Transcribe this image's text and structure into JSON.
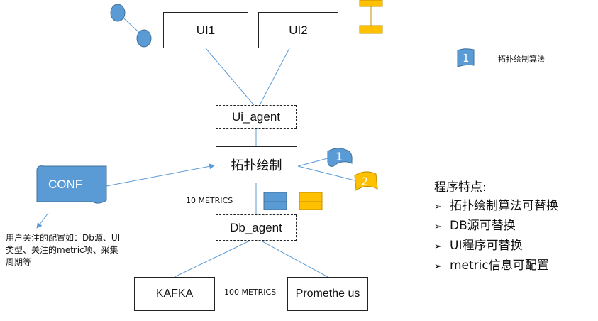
{
  "nodes": {
    "ui1": "UI1",
    "ui2": "UI2",
    "ui_agent": "Ui_agent",
    "topology": "拓扑绘制",
    "db_agent": "Db_agent",
    "kafka": "KAFKA",
    "prometheus": "Promethe us",
    "conf": "CONF"
  },
  "labels": {
    "ten_metrics": "10 METRICS",
    "hundred_metrics": "100 METRICS",
    "conf_note": "用户关注的配置如：Db源、UI类型、关注的metric项、采集周期等"
  },
  "legend": {
    "badge_number": "1",
    "text": "拓扑绘制算法"
  },
  "flags": {
    "flag1": "1",
    "flag2": "2"
  },
  "features": {
    "title": "程序特点:",
    "items": [
      "拓扑绘制算法可替换",
      "DB源可替换",
      "UI程序可替换",
      "metric信息可配置"
    ]
  },
  "colors": {
    "blue": "#5b9bd5",
    "yellow": "#ffc000",
    "line": "#5b9bd5"
  }
}
